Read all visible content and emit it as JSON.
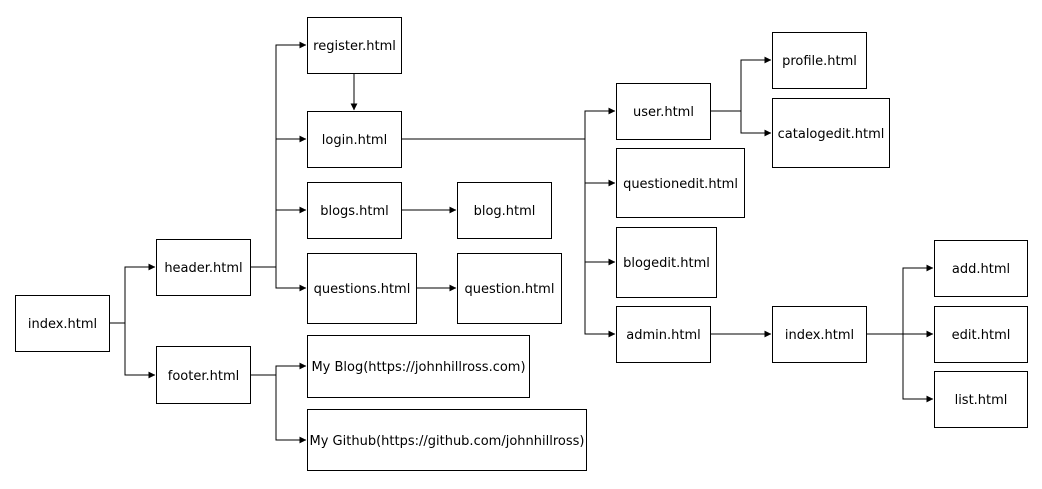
{
  "colors": {
    "line": "#000000",
    "box_fill": "#ffffff",
    "text": "#000000"
  },
  "nodes": [
    {
      "id": "index",
      "label": "index.html"
    },
    {
      "id": "header",
      "label": "header.html"
    },
    {
      "id": "footer",
      "label": "footer.html"
    },
    {
      "id": "register",
      "label": "register.html"
    },
    {
      "id": "login",
      "label": "login.html"
    },
    {
      "id": "blogs",
      "label": "blogs.html"
    },
    {
      "id": "blog",
      "label": "blog.html"
    },
    {
      "id": "questions",
      "label": "questions.html"
    },
    {
      "id": "question",
      "label": "question.html"
    },
    {
      "id": "myblog",
      "label": "My Blog(https://johnhillross.com)"
    },
    {
      "id": "mygithub",
      "label": "My Github(https://github.com/johnhillross)"
    },
    {
      "id": "user",
      "label": "user.html"
    },
    {
      "id": "questionedit",
      "label": "questionedit.html"
    },
    {
      "id": "blogedit",
      "label": "blogedit.html"
    },
    {
      "id": "admin",
      "label": "admin.html"
    },
    {
      "id": "profile",
      "label": "profile.html"
    },
    {
      "id": "catalogedit",
      "label": "catalogedit.html"
    },
    {
      "id": "adminindex",
      "label": "index.html"
    },
    {
      "id": "add",
      "label": "add.html"
    },
    {
      "id": "edit",
      "label": "edit.html"
    },
    {
      "id": "list",
      "label": "list.html"
    }
  ],
  "edges": [
    {
      "from": "index",
      "to": "header"
    },
    {
      "from": "index",
      "to": "footer"
    },
    {
      "from": "header",
      "to": "register"
    },
    {
      "from": "header",
      "to": "login"
    },
    {
      "from": "header",
      "to": "blogs"
    },
    {
      "from": "header",
      "to": "questions"
    },
    {
      "from": "register",
      "to": "login"
    },
    {
      "from": "blogs",
      "to": "blog"
    },
    {
      "from": "questions",
      "to": "question"
    },
    {
      "from": "footer",
      "to": "myblog"
    },
    {
      "from": "footer",
      "to": "mygithub"
    },
    {
      "from": "login",
      "to": "user"
    },
    {
      "from": "login",
      "to": "questionedit"
    },
    {
      "from": "login",
      "to": "blogedit"
    },
    {
      "from": "login",
      "to": "admin"
    },
    {
      "from": "user",
      "to": "profile"
    },
    {
      "from": "user",
      "to": "catalogedit"
    },
    {
      "from": "admin",
      "to": "adminindex"
    },
    {
      "from": "adminindex",
      "to": "add"
    },
    {
      "from": "adminindex",
      "to": "edit"
    },
    {
      "from": "adminindex",
      "to": "list"
    }
  ]
}
